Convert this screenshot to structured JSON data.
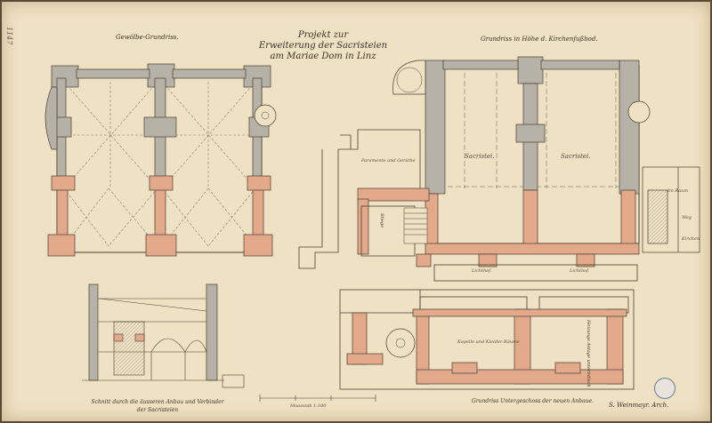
{
  "sheet": {
    "title_lines": [
      "Projekt zur",
      "Erweiterung der Sacristeien",
      "am Mariae Dom in Linz"
    ],
    "margin_note": "1147",
    "stamp_text": "",
    "signature": "S. Weinmayr. Arch."
  },
  "labels": {
    "vault_plan": "Gewölbe-Grundriss.",
    "church_level_plan": "Grundriss in Höhe d. Kirchenfußbod.",
    "section": "Schnitt durch die äusseren Anbau und Verbinder der Sacristeien",
    "basement_plan": "Grundriss Untergeschoss der neuen Anbaue.",
    "sacristy_1": "Sacristei.",
    "sacristy_2": "Sacristei.",
    "lichthof_1": "Lichthof.",
    "lichthof_2": "Lichthof.",
    "corridor": "Paramente und Geräthe",
    "basement_room": "Kapelle und Kleider-Räume",
    "stair_label": "Stiege",
    "scale_bar": "Maasstab 1:100",
    "basement_note": "Heizungs Anlage unterirdisch",
    "room_right_1": "Im Raum",
    "room_right_2": "Weg",
    "room_right_3": "Kirchen"
  },
  "colors": {
    "paper": "#efe1c3",
    "wall_grey": "#b6b2a8",
    "wall_red": "#e2a98a",
    "ink": "#3a3026"
  }
}
